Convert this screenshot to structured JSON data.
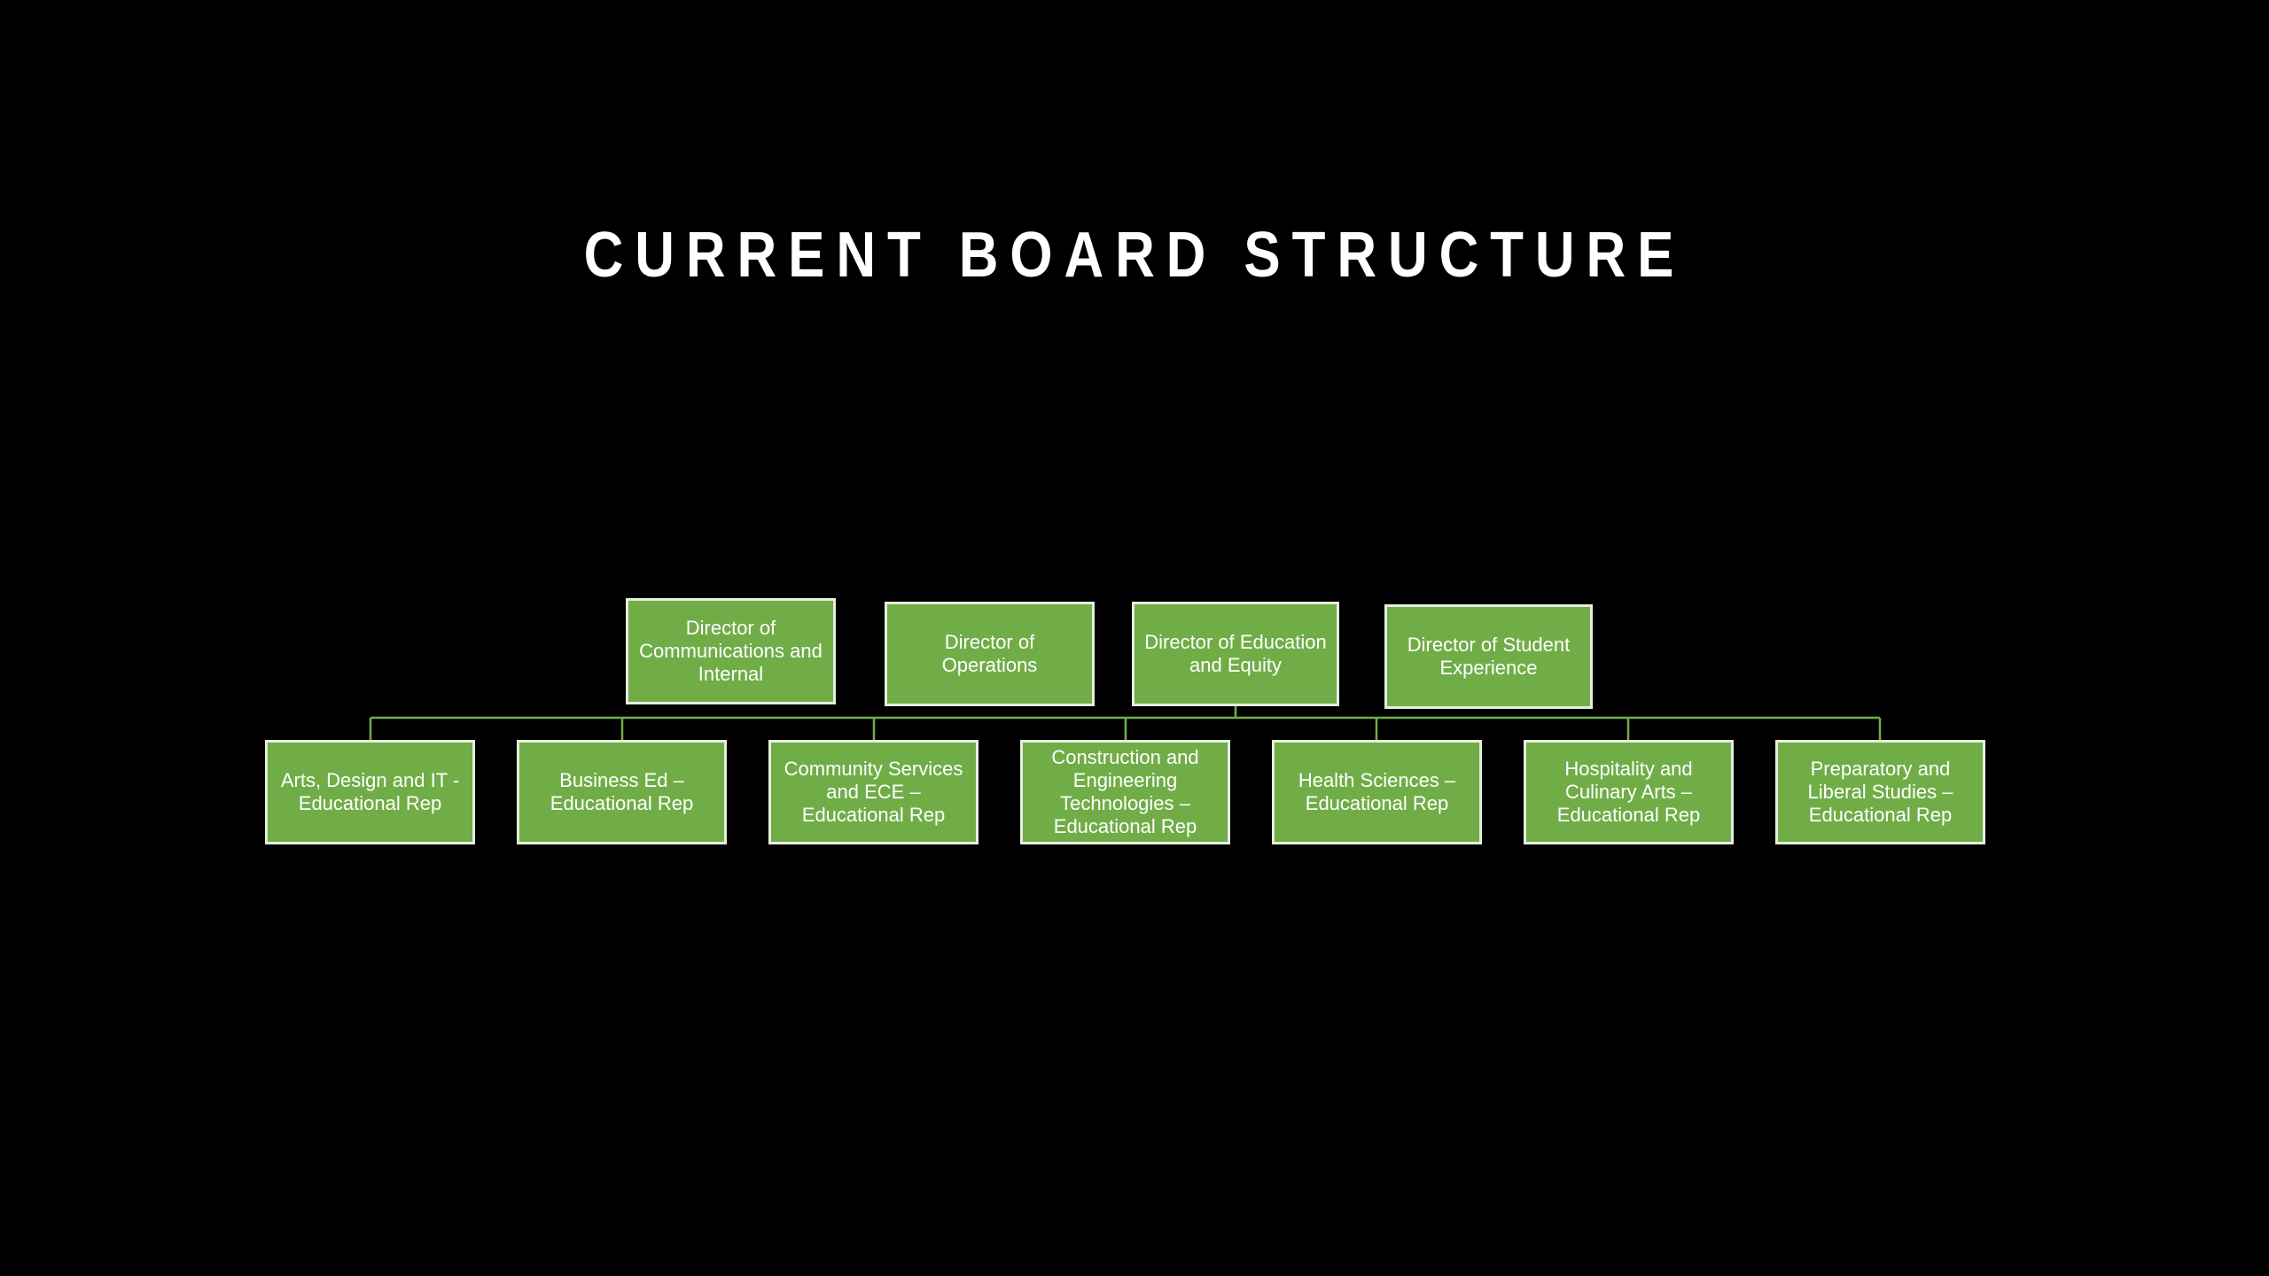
{
  "slide": {
    "title": "CURRENT BOARD STRUCTURE"
  },
  "colors": {
    "background": "#000000",
    "box_fill": "#70ad47",
    "box_border": "#e6ecdf",
    "connector": "#6fae47",
    "text": "#ffffff"
  },
  "org_chart": {
    "top_row": [
      {
        "label": "Director of Communications and Internal"
      },
      {
        "label": "Director of Operations"
      },
      {
        "label": "Director of Education and Equity"
      },
      {
        "label": "Director of Student Experience"
      }
    ],
    "bottom_row": [
      {
        "label": "Arts, Design and IT - Educational Rep"
      },
      {
        "label": "Business Ed – Educational Rep"
      },
      {
        "label": "Community Services and ECE – Educational Rep"
      },
      {
        "label": "Construction and Engineering Technologies – Educational Rep"
      },
      {
        "label": "Health Sciences – Educational Rep"
      },
      {
        "label": "Hospitality and Culinary Arts – Educational Rep"
      },
      {
        "label": "Preparatory and Liberal Studies – Educational Rep"
      }
    ]
  }
}
